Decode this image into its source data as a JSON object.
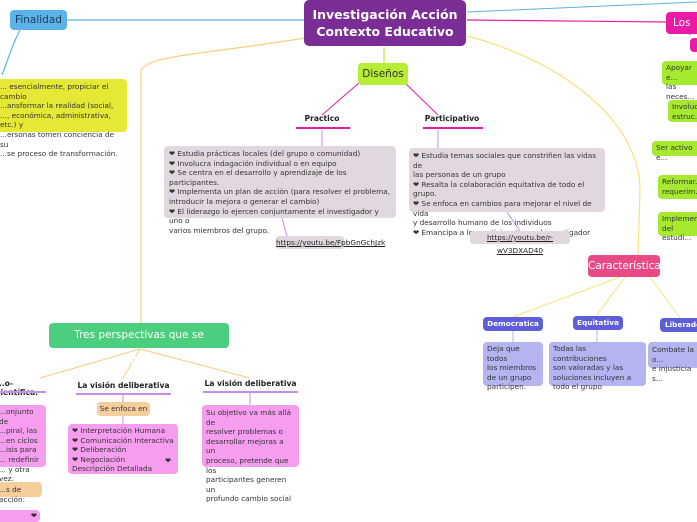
{
  "colors": {
    "title": "#7b2d96",
    "green": "#b7ec37",
    "finalidad": "#5bb2e6",
    "caracteristicas": "#e84a86",
    "magenta": "#e91ba6",
    "perspectivas": "#4bcf7e",
    "tag": "#5e5ed9",
    "gray": "#e0d8de",
    "yellow": "#e6e836"
  },
  "title": {
    "line1": "Investigación Acción",
    "line2": "Contexto Educativo"
  },
  "finalidad": {
    "label": "Finalidad",
    "text": "... esencialmente, propiciar el cambio\n...ansformar la realidad (social,\n..., económica, administrativa, etc.) y\n...ersonas tomen conciencia de su\n...se proceso de transformación."
  },
  "diseños": {
    "label": "Diseños",
    "practico": {
      "label": "Practico",
      "text": "❤ Estudia prácticas locales (del grupo o comunidad)\n❤ Involucra indagación individual o en equipo\n❤ Se centra en el desarrollo y aprendizaje de los participantes.\n❤ Implementa un plan de acción (para resolver el problema,\nintroducir la mejora o generar el cambio)\n❤ El liderazgo lo ejercen conjuntamente el investigador y uno o\nvarios miembros del grupo.",
      "link": "https://youtu.be/FpbGnGchJzk"
    },
    "participativo": {
      "label": "Participativo",
      "text": "❤ Estudia temas sociales que constriñen las vidas de\nlas personas de un grupo\n❤ Resalta la colaboración equitativa de todo el grupo.\n❤ Se enfoca en cambios para mejorar el nivel de vida\ny desarrollo humano de los individuos\n❤ Emancipa a los participantes y al investigador",
      "link": "https://youtu.be/r-wV3DXAD40"
    }
  },
  "right_branch": {
    "label": "Los qu...",
    "items": [
      "Apoyar e...\nlas neces...",
      "Involuc...\nestruc...",
      "Ser activo e...",
      "Reformar...\nrequerim...",
      "Implemen...\ndel estudi..."
    ]
  },
  "caracteristicas": {
    "label": "Características",
    "items": [
      {
        "tag": "Democratica",
        "text": "Deja que todos\nlos miembros\nde un grupo\nparticipen."
      },
      {
        "tag": "Equitativa",
        "text": "Todas las contribuciones\nson valoradas y las\nsoluciones incluyen a\ntodo el grupo"
      },
      {
        "tag": "Liberado...",
        "text": "Combate la o...\ne injusticia s..."
      }
    ]
  },
  "perspectivas": {
    "label": "Tres perspectivas que se destacan",
    "left": {
      "label": "...o-científica.",
      "text": "...onjunto de\n...piral, las\n...en ciclos\n...isis para\n... redefinir\n... y otra vez.",
      "extra": "...s de acción:"
    },
    "middle": {
      "label": "La visión deliberativa",
      "enfoca": "Se enfoca en",
      "text": "❤ Interpretación Humana\n❤ Comunicación Interactiva\n❤ Deliberación\n❤ Negociación\nDescripción Detallada"
    },
    "right": {
      "label": "La visión deliberativa",
      "text": "Su objetivo va más allá de\nresolver problemas o\ndesarrollar mejoras a un\nproceso, pretende que los\nparticipantes generen un\nprofundo cambio social"
    }
  }
}
